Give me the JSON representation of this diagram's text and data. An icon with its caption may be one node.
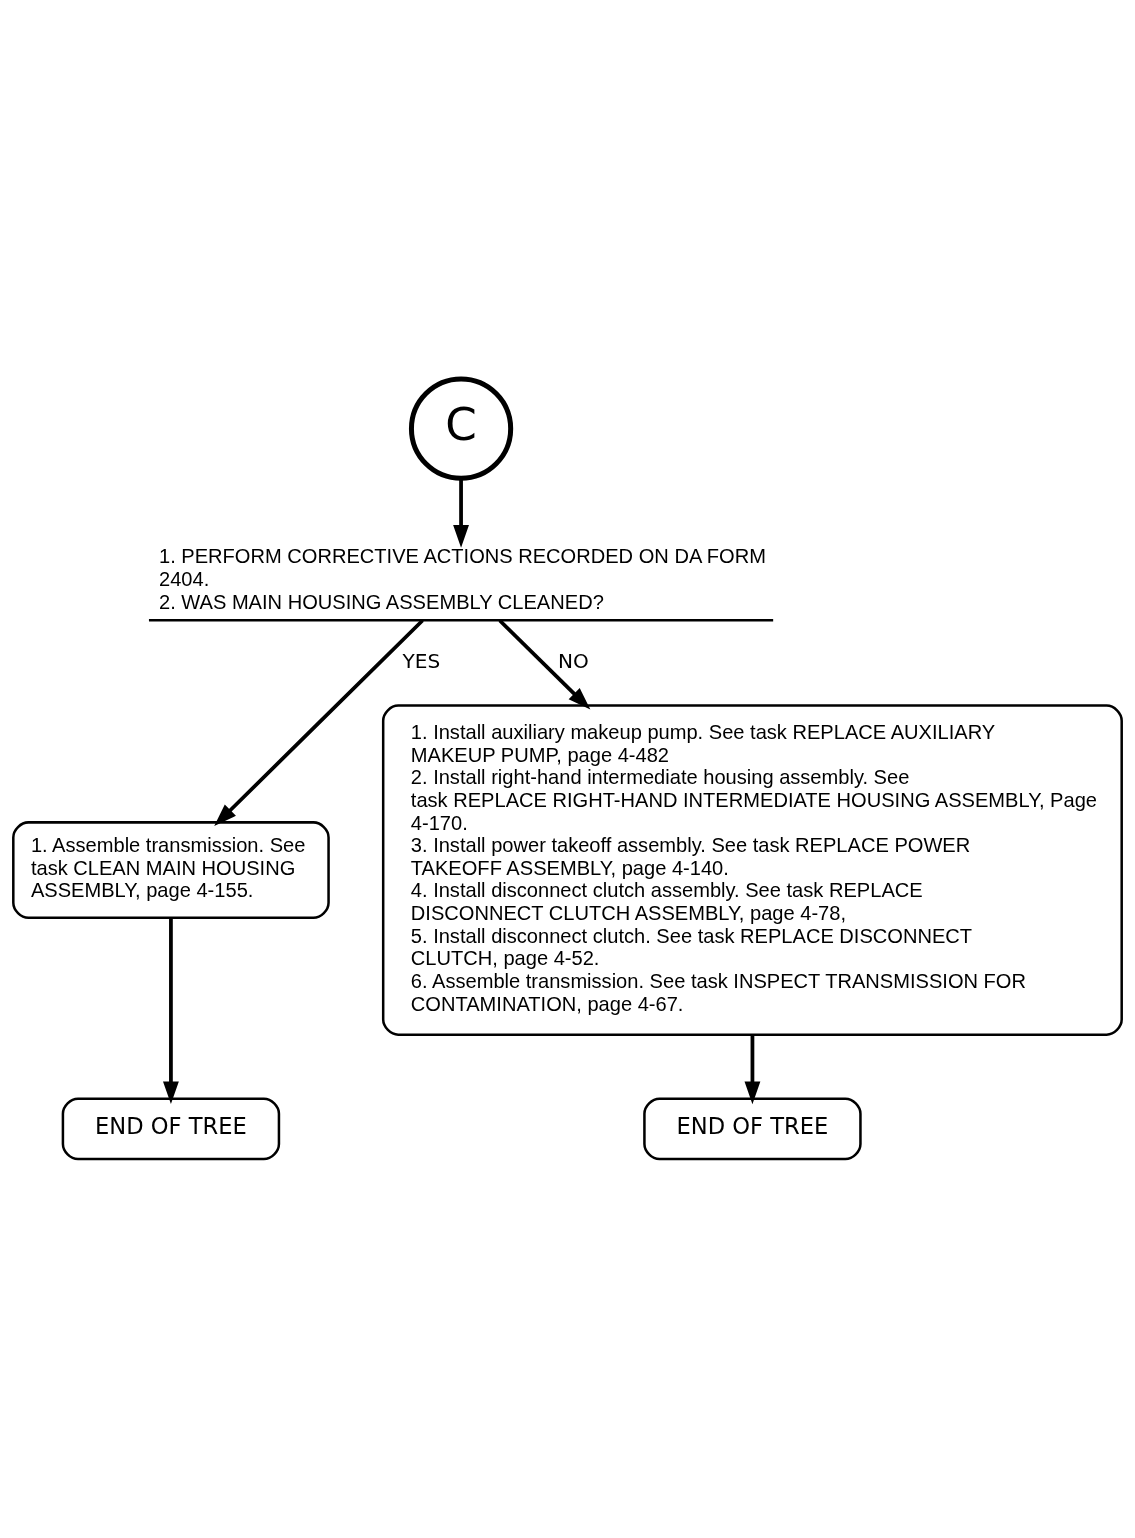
{
  "diagram": {
    "nodes": [
      {
        "text": [
          "C"
        ]
      },
      {
        "text": [
          "1. PERFORM CORRECTIVE ACTIONS RECORDED ON DA FORM 2404.",
          "2. WAS MAIN HOUSING ASSEMBLY CLEANED?"
        ]
      },
      {
        "text": [
          "1. Assemble transmission. See task CLEAN MAIN HOUSING ASSEMBLY, page 4-155."
        ]
      },
      {
        "text": [
          "END OF TREE"
        ]
      },
      {
        "text": [
          "1. Install auxiliary makeup pump. See task REPLACE AUXILIARY MAKEUP PUMP, page 4-482",
          "2. Install right-hand intermediate housing assembly. See task REPLACE RIGHT-HAND INTERMEDIATE HOUSING ASSEMBLY, Page 4-170.",
          "3. Install power takeoff assembly. See task REPLACE POWER TAKEOFF ASSEMBLY, page 4-140.",
          "4. Install disconnect clutch assembly. See task REPLACE DISCONNECT CLUTCH ASSEMBLY, page 4-78,",
          "5. Install disconnect clutch. See task REPLACE DISCONNECT CLUTCH, page 4-52.",
          "6. Assemble transmission. See task INSPECT TRANSMISSION FOR CONTAMINATION, page 4-67."
        ]
      },
      {
        "text": [
          "END OF TREE"
        ]
      }
    ],
    "edges": [
      {
        "from": 0,
        "to": 1,
        "arrow": "to"
      },
      {
        "from": 1,
        "to": 2,
        "arrow": "to",
        "label": "YES"
      },
      {
        "from": 1,
        "to": 4,
        "arrow": "to",
        "label": "NO"
      },
      {
        "from": 2,
        "to": 3,
        "arrow": "to"
      },
      {
        "from": 4,
        "to": 5,
        "arrow": "to"
      }
    ]
  }
}
